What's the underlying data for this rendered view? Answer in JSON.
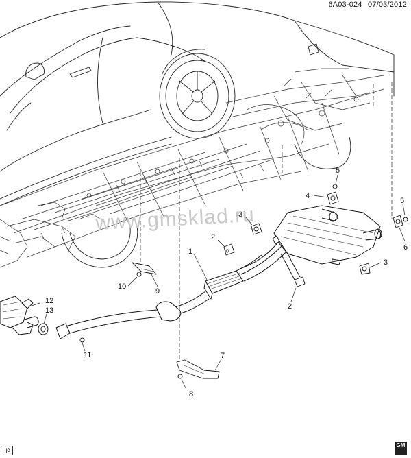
{
  "header": {
    "diagram_code": "6A03-024",
    "date": "07/03/2012"
  },
  "watermark": "www.gmsklad.ru",
  "corner_badge": "jc",
  "logo_text": "GM",
  "callouts": [
    "1",
    "2",
    "2",
    "3",
    "3",
    "4",
    "5",
    "5",
    "6",
    "7",
    "8",
    "9",
    "10",
    "11",
    "12",
    "13"
  ]
}
